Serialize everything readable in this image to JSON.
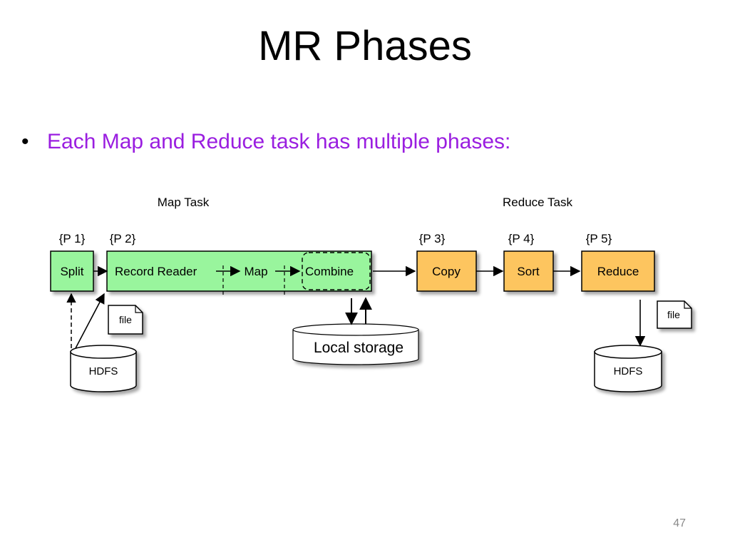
{
  "slide": {
    "title": "MR Phases",
    "bullet": "Each Map and Reduce task has multiple phases:",
    "page_number": "47"
  },
  "diagram": {
    "map_task_label": "Map Task",
    "reduce_task_label": "Reduce Task",
    "phase_labels": {
      "p1": "{P 1}",
      "p2": "{P 2}",
      "p3": "{P 3}",
      "p4": "{P 4}",
      "p5": "{P 5}"
    },
    "boxes": {
      "split": "Split",
      "record_reader": "Record Reader",
      "map": "Map",
      "combine": "Combine",
      "copy": "Copy",
      "sort": "Sort",
      "reduce": "Reduce"
    },
    "file_left": "file",
    "file_right": "file",
    "hdfs_left": "HDFS",
    "hdfs_right": "HDFS",
    "local_storage": "Local storage",
    "colors": {
      "map_fill": "#99f59d",
      "reduce_fill": "#fdc55e",
      "bullet_text": "#9a1ee0"
    }
  }
}
